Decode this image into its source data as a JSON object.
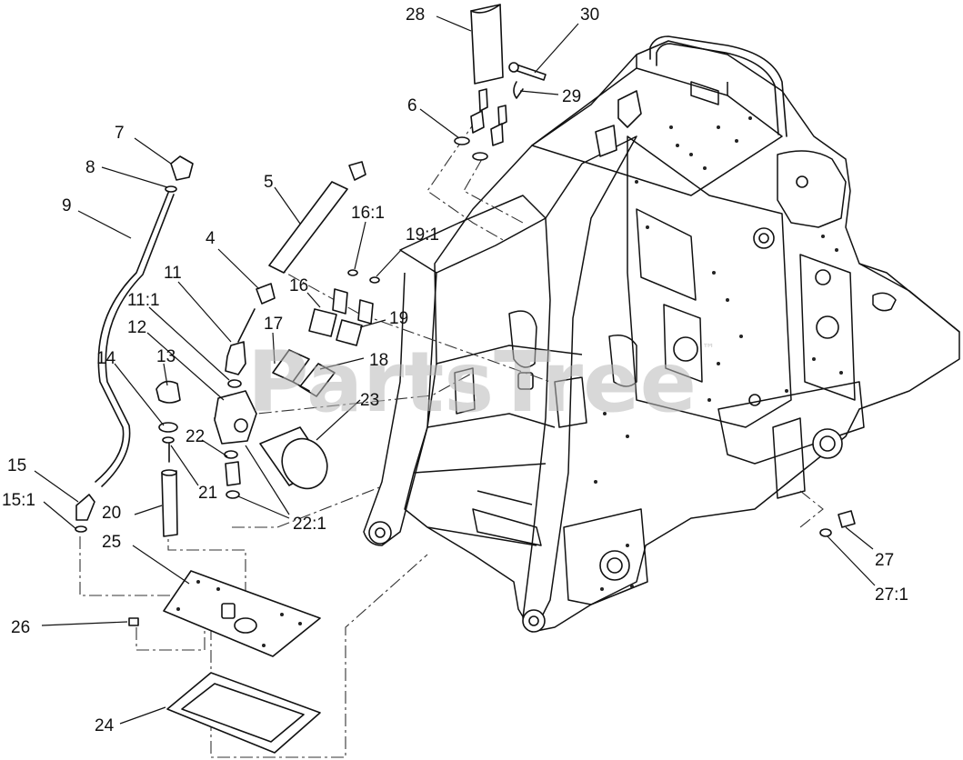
{
  "watermark": {
    "text": "PartsTree",
    "trademark": "™"
  },
  "callouts": [
    {
      "label": "28"
    },
    {
      "label": "30"
    },
    {
      "label": "29"
    },
    {
      "label": "6"
    },
    {
      "label": "7"
    },
    {
      "label": "8"
    },
    {
      "label": "9"
    },
    {
      "label": "5"
    },
    {
      "label": "16:1"
    },
    {
      "label": "19:1"
    },
    {
      "label": "4"
    },
    {
      "label": "11"
    },
    {
      "label": "16"
    },
    {
      "label": "19"
    },
    {
      "label": "11:1"
    },
    {
      "label": "17"
    },
    {
      "label": "12"
    },
    {
      "label": "18"
    },
    {
      "label": "14"
    },
    {
      "label": "13"
    },
    {
      "label": "23"
    },
    {
      "label": "22"
    },
    {
      "label": "21"
    },
    {
      "label": "15"
    },
    {
      "label": "15:1"
    },
    {
      "label": "20"
    },
    {
      "label": "22:1"
    },
    {
      "label": "25"
    },
    {
      "label": "27"
    },
    {
      "label": "27:1"
    },
    {
      "label": "26"
    },
    {
      "label": "24"
    }
  ]
}
